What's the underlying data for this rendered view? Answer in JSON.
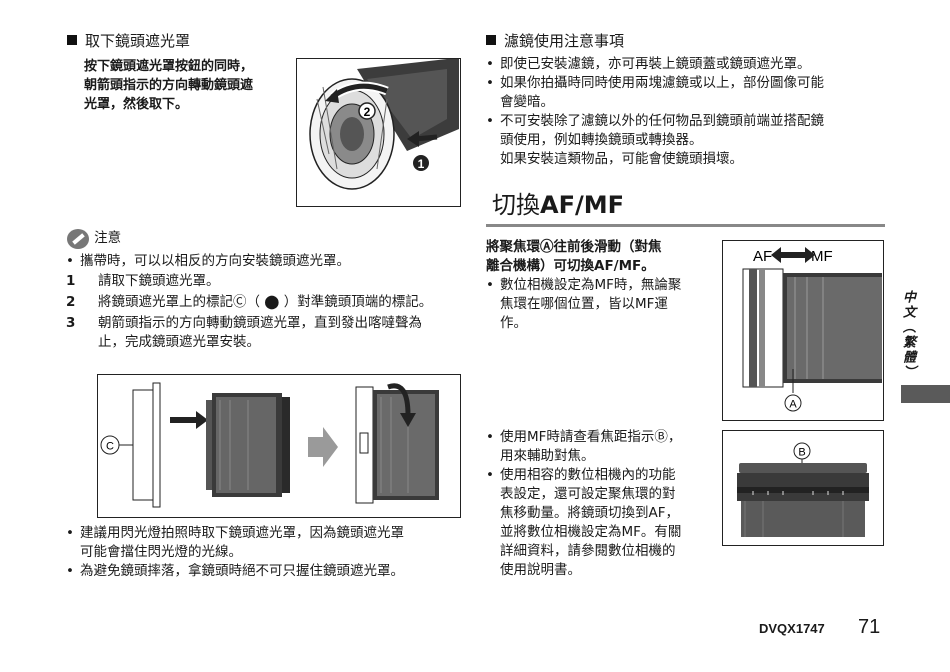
{
  "left": {
    "remove_hood": {
      "heading": "取下鏡頭遮光罩",
      "instruction_lines": [
        "按下鏡頭遮光罩按鈕的同時，",
        "朝箭頭指示的方向轉動鏡頭遮",
        "光罩，然後取下。"
      ],
      "callouts": [
        "2",
        "1"
      ]
    },
    "note": {
      "label": "注意",
      "bullet": "攜帶時，可以以相反的方向安裝鏡頭遮光罩。",
      "steps": [
        {
          "n": "1",
          "lines": [
            "請取下鏡頭遮光罩。"
          ]
        },
        {
          "n": "2",
          "lines": [
            "將鏡頭遮光罩上的標記Ⓒ（ ⬤ ）對準鏡頭頂端的標記。"
          ]
        },
        {
          "n": "3",
          "lines": [
            "朝箭頭指示的方向轉動鏡頭遮光罩，直到發出喀噠聲為",
            "止，完成鏡頭遮光罩安裝。"
          ]
        }
      ],
      "figure_marker": "C"
    },
    "bottom_bullets": [
      {
        "lines": [
          "建議用閃光燈拍照時取下鏡頭遮光罩，因為鏡頭遮光罩",
          "可能會擋住閃光燈的光線。"
        ]
      },
      {
        "lines": [
          "為避免鏡頭摔落，拿鏡頭時絕不可只握住鏡頭遮光罩。"
        ]
      }
    ]
  },
  "right": {
    "filter": {
      "heading": "濾鏡使用注意事項",
      "bullets": [
        {
          "lines": [
            "即使已安裝濾鏡，亦可再裝上鏡頭蓋或鏡頭遮光罩。"
          ]
        },
        {
          "lines": [
            "如果你拍攝時同時使用兩塊濾鏡或以上，部份圖像可能",
            "會變暗。"
          ]
        },
        {
          "lines": [
            "不可安裝除了濾鏡以外的任何物品到鏡頭前端並搭配鏡",
            "頭使用，例如轉換鏡頭或轉換器。",
            "如果安裝這類物品，可能會使鏡頭損壞。"
          ]
        }
      ]
    },
    "afmf": {
      "title_prefix": "切換",
      "title_strong": "AF/MF",
      "lead_lines": [
        "將聚焦環Ⓐ往前後滑動（對焦",
        "離合機構）可切換AF/MF。"
      ],
      "bullet1": [
        "數位相機設定為MF時，無論聚",
        "焦環在哪個位置，皆以MF運",
        "作。"
      ],
      "figure1": {
        "af": "AF",
        "mf": "MF",
        "marker": "A"
      },
      "bullets2": [
        {
          "lines": [
            "使用MF時請查看焦距指示Ⓑ，",
            "用來輔助對焦。"
          ]
        },
        {
          "lines": [
            "使用相容的數位相機內的功能",
            "表設定，還可設定聚焦環的對",
            "焦移動量。將鏡頭切換到AF，",
            "並將數位相機設定為MF。有關",
            "詳細資料，請參閱數位相機的",
            "使用說明書。"
          ]
        }
      ],
      "figure2": {
        "marker": "B"
      }
    }
  },
  "sidebar": {
    "language": "中文（繁體）"
  },
  "footer": {
    "model": "DVQX1747",
    "page": "71"
  },
  "colors": {
    "tab": "#5a5a5a",
    "rule": "#888888",
    "arrow_gray": "#9a9a9a"
  }
}
